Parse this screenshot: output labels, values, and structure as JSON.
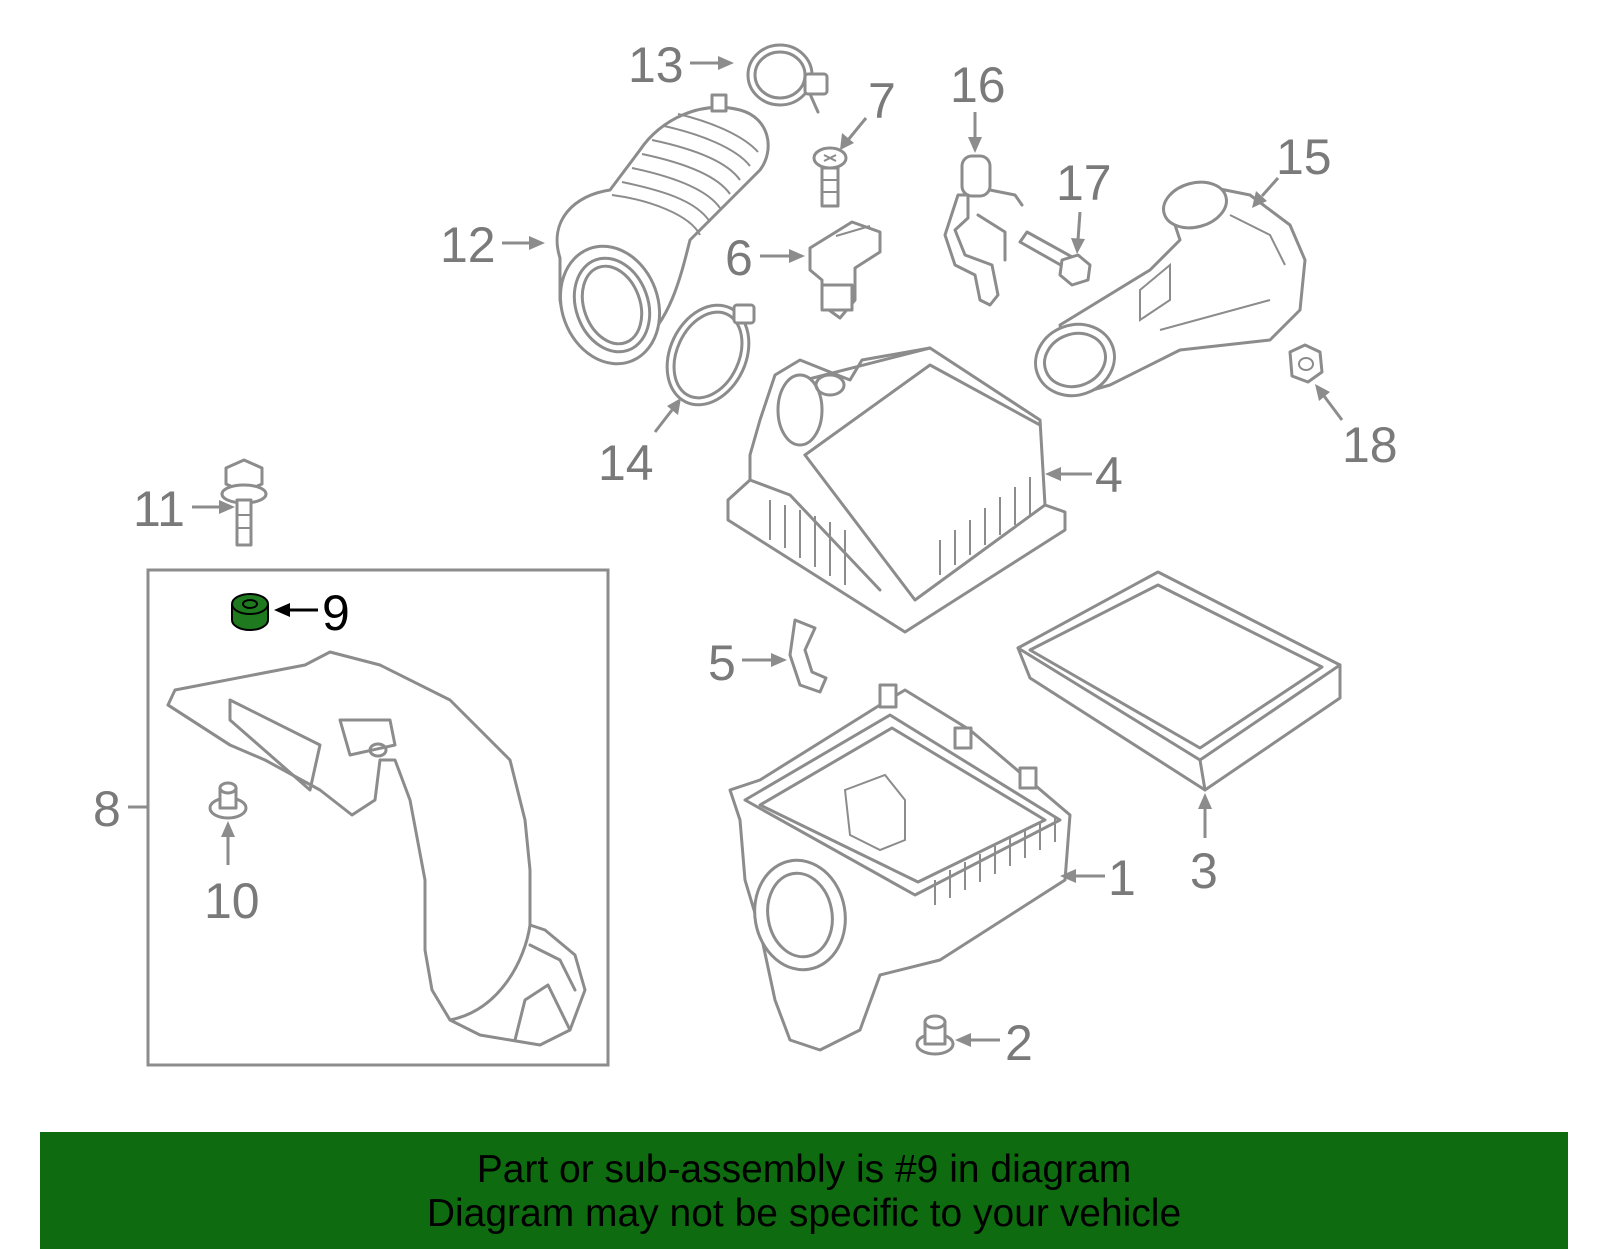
{
  "colors": {
    "line": "#8c8c8c",
    "highlight_fill": "#1f7a1f",
    "banner_bg": "#0f6b0f",
    "banner_text": "#000000"
  },
  "callouts": [
    {
      "id": "1",
      "label": "1"
    },
    {
      "id": "2",
      "label": "2"
    },
    {
      "id": "3",
      "label": "3"
    },
    {
      "id": "4",
      "label": "4"
    },
    {
      "id": "5",
      "label": "5"
    },
    {
      "id": "6",
      "label": "6"
    },
    {
      "id": "7",
      "label": "7"
    },
    {
      "id": "8",
      "label": "8"
    },
    {
      "id": "9",
      "label": "9",
      "highlighted": true
    },
    {
      "id": "10",
      "label": "10"
    },
    {
      "id": "11",
      "label": "11"
    },
    {
      "id": "12",
      "label": "12"
    },
    {
      "id": "13",
      "label": "13"
    },
    {
      "id": "14",
      "label": "14"
    },
    {
      "id": "15",
      "label": "15"
    },
    {
      "id": "16",
      "label": "16"
    },
    {
      "id": "17",
      "label": "17"
    },
    {
      "id": "18",
      "label": "18"
    }
  ],
  "banner": {
    "line1": "Part or sub-assembly is #9 in diagram",
    "line2": "Diagram may not be specific to your vehicle"
  }
}
